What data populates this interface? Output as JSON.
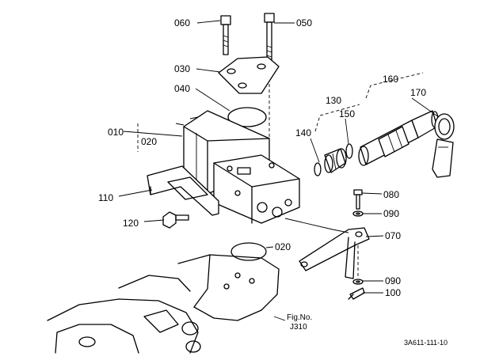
{
  "callouts": {
    "c060": "060",
    "c050": "050",
    "c030": "030",
    "c040": "040",
    "c010": "010",
    "c020a": "020",
    "c110": "110",
    "c120": "120",
    "c020b": "020",
    "c130": "130",
    "c140": "140",
    "c150": "150",
    "c160": "160",
    "c170": "170",
    "c080": "080",
    "c090a": "090",
    "c070": "070",
    "c090b": "090",
    "c100": "100"
  },
  "fig_ref": {
    "line1": "Fig.No.",
    "line2": "J310"
  },
  "diagram_code": "3A611-111-10"
}
